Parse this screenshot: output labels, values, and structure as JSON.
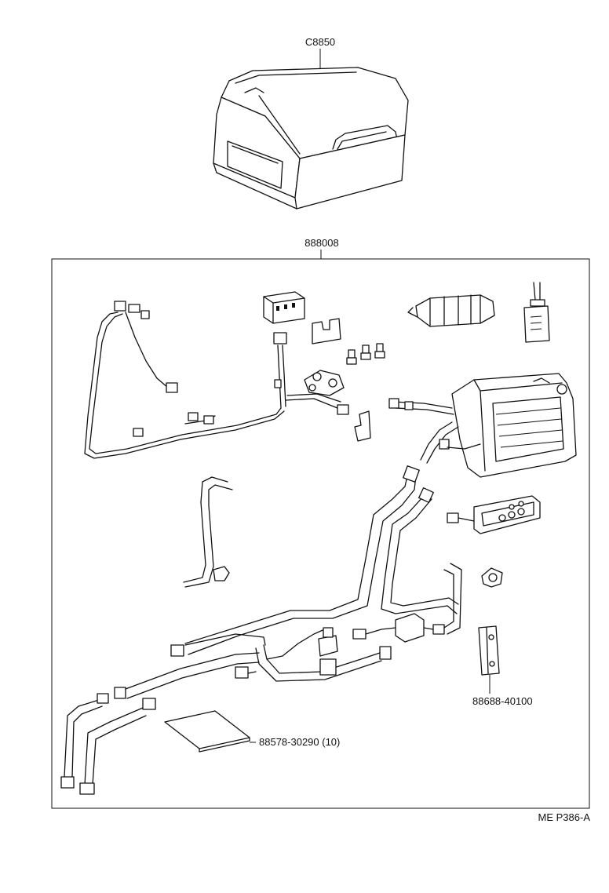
{
  "labels": {
    "top_part": "C8850",
    "kit_part": "888008",
    "bracket_part": "88688-40100",
    "manual_part": "88578-30290 (10)",
    "figure_code": "ME P386-A"
  }
}
